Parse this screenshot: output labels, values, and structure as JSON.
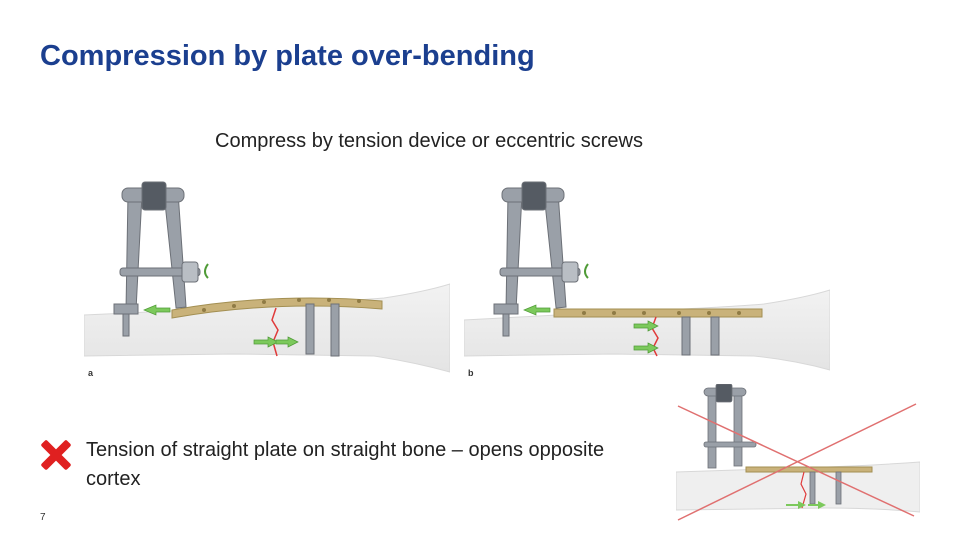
{
  "slide": {
    "title": "Compression by plate over-bending",
    "subtitle": "Compress by tension device or eccentric screws",
    "bullet": {
      "text": "Tension of straight plate on straight bone – opens opposite cortex",
      "marker_icon": "red-x-icon",
      "marker_color": "#e02020"
    },
    "page_number": "7"
  },
  "figures": {
    "a": {
      "label": "a",
      "variant": "over-bent plate, gap closed on far cortex"
    },
    "b": {
      "label": "b",
      "variant": "straight plate, compression across fracture"
    }
  },
  "colors": {
    "title": "#1b3f8f",
    "plate": "#c9b27a",
    "bone": "#eeeeee",
    "device": "#9aa0a8",
    "arrow": "#7cc95c",
    "fracture": "#e03a3a",
    "cross": "#e07070"
  }
}
